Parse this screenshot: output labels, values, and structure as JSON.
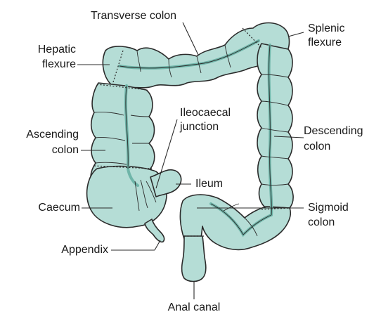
{
  "labels": {
    "transverse_colon": "Transverse colon",
    "splenic_flexure_1": "Splenic",
    "splenic_flexure_2": "flexure",
    "hepatic_flexure_1": "Hepatic",
    "hepatic_flexure_2": "flexure",
    "ileocaecal_1": "Ileocaecal",
    "ileocaecal_2": "junction",
    "ascending_1": "Ascending",
    "ascending_2": "colon",
    "descending_1": "Descending",
    "descending_2": "colon",
    "ileum": "Ileum",
    "caecum": "Caecum",
    "sigmoid_1": "Sigmoid",
    "sigmoid_2": "colon",
    "appendix": "Appendix",
    "anal_canal": "Anal canal"
  },
  "colors": {
    "tissue_fill": "#b5ddd6",
    "tissue_band": "#6fb5a9",
    "outline": "#2b2b2b"
  }
}
